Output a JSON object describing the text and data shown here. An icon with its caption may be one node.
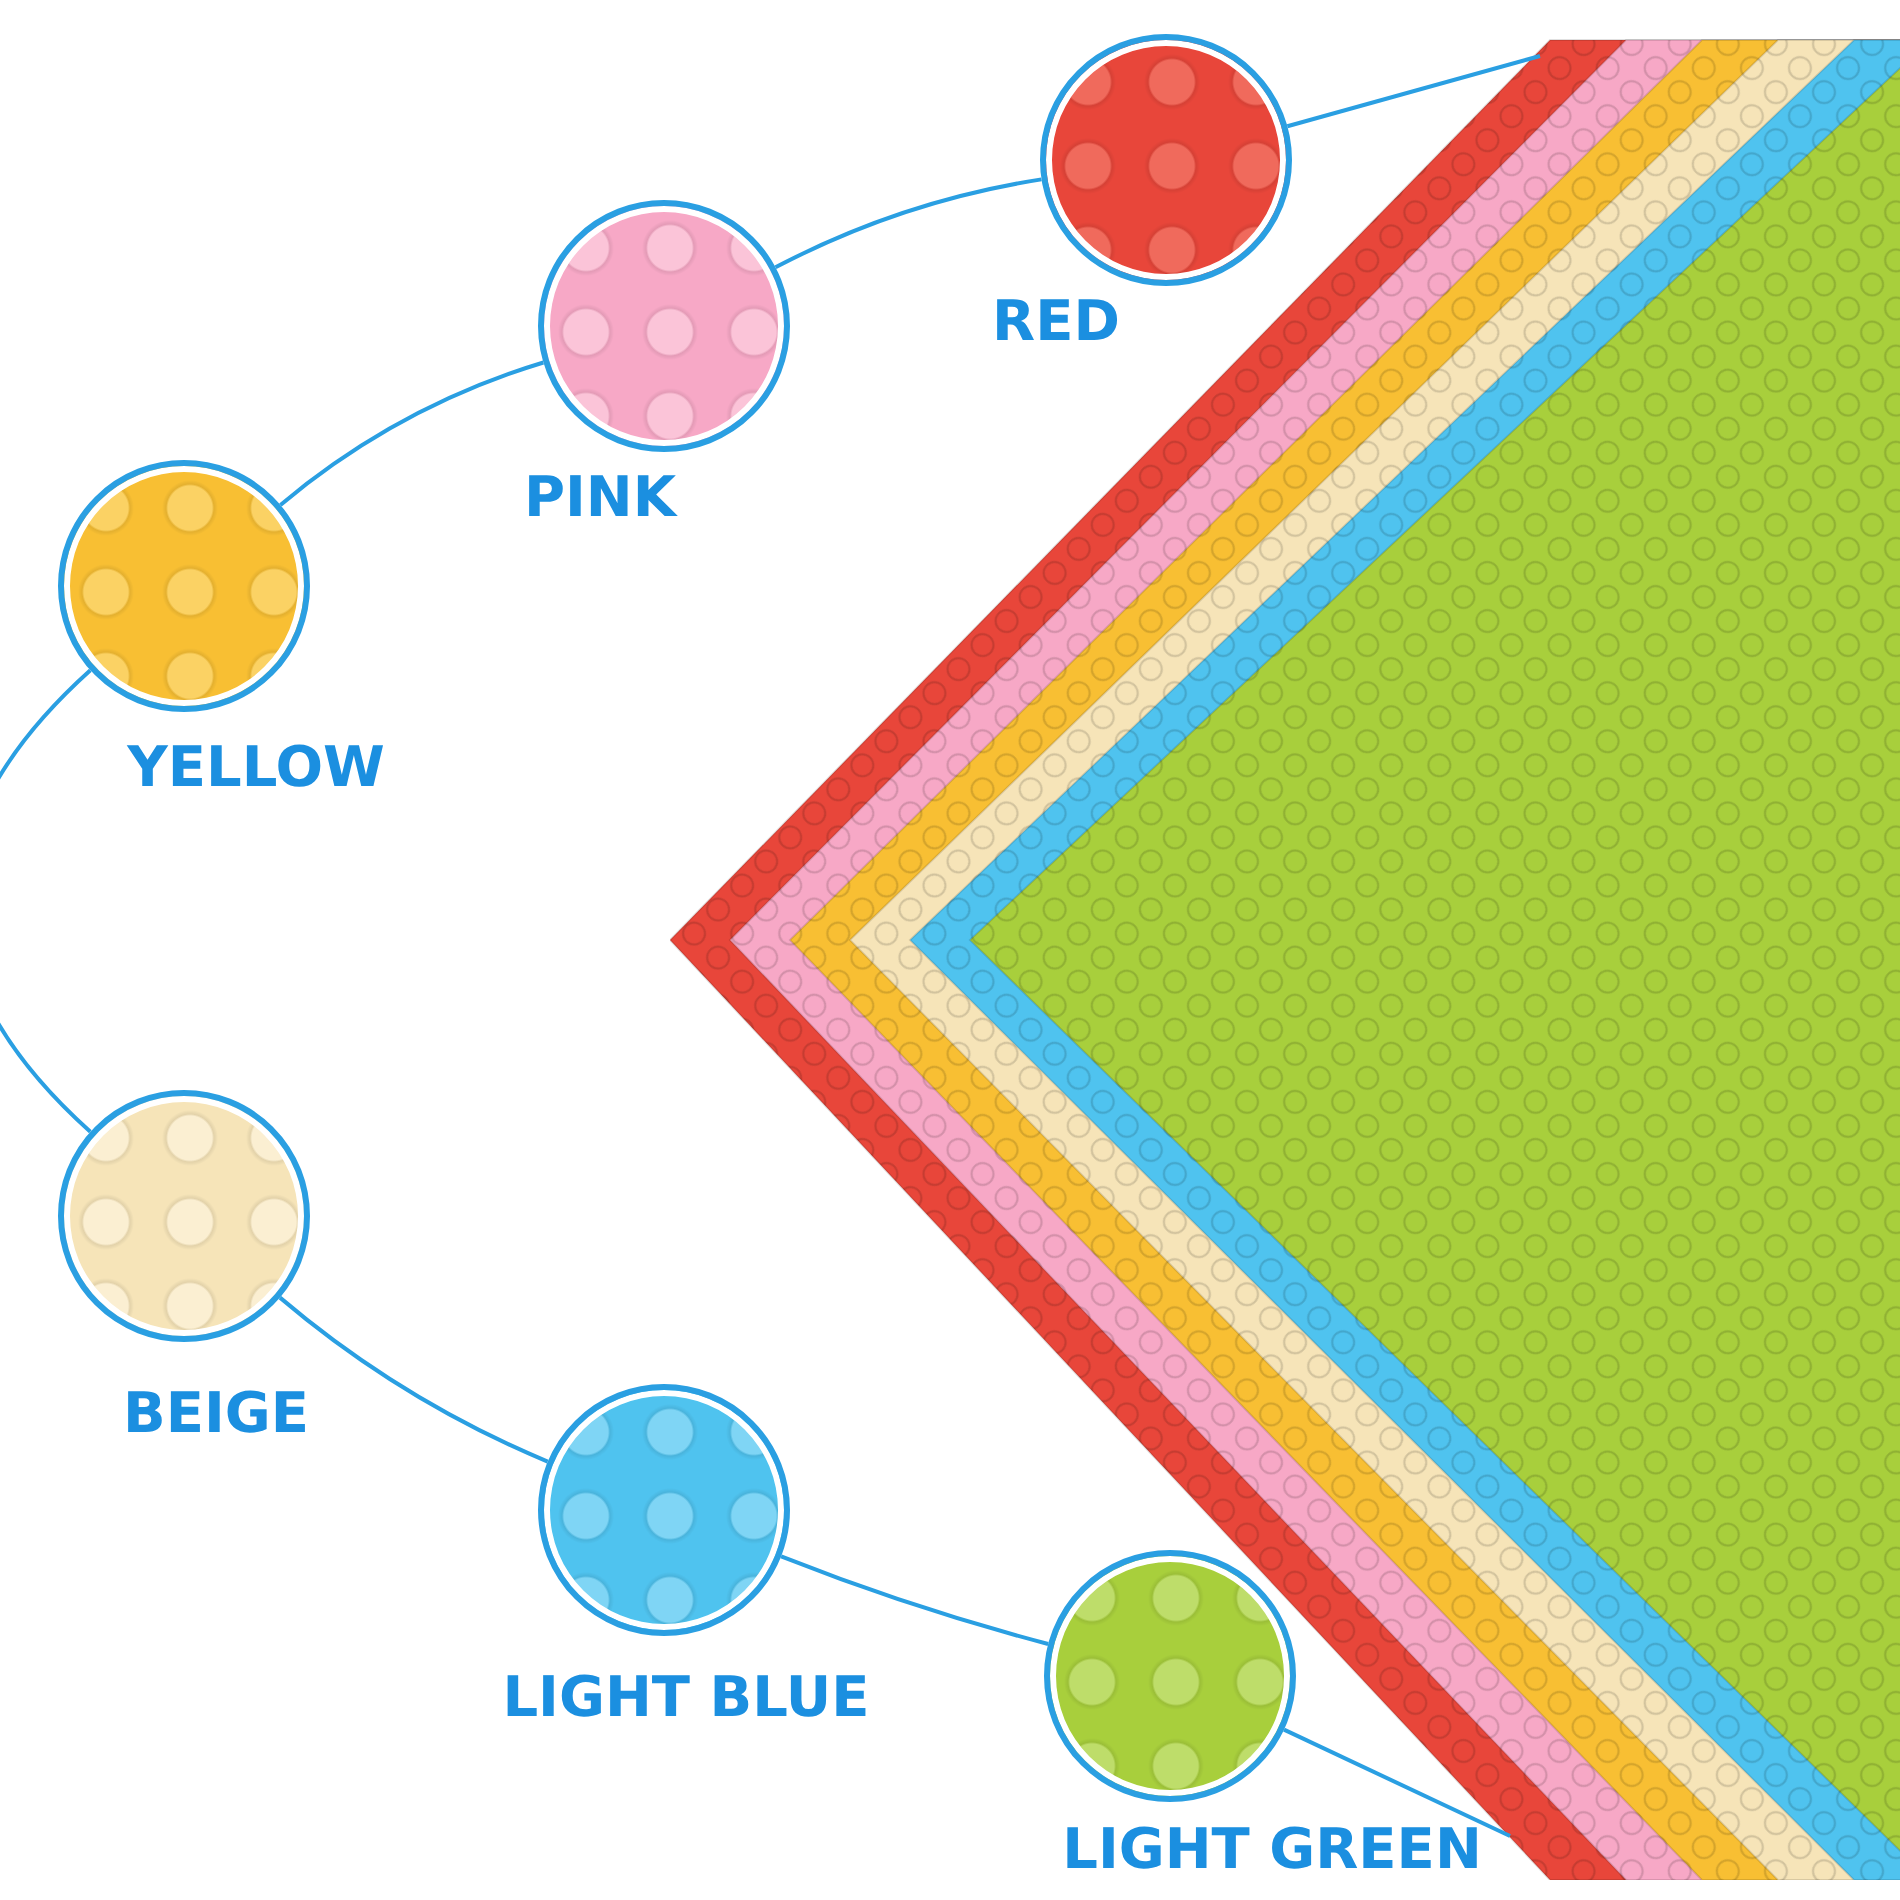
{
  "diagram": {
    "nodes": [
      {
        "text": [
          "RED"
        ]
      },
      {
        "text": [
          "PINK"
        ]
      },
      {
        "text": [
          "YELLOW"
        ]
      },
      {
        "text": [
          "BEIGE"
        ]
      },
      {
        "text": [
          "LIGHT BLUE"
        ]
      },
      {
        "text": [
          "LIGHT GREEN"
        ]
      },
      {
        "text": [],
        "shape": "picture"
      }
    ],
    "edges": [
      {
        "from": 0,
        "to": 1,
        "arrow": "none"
      },
      {
        "from": 1,
        "to": 2,
        "arrow": "none"
      },
      {
        "from": 2,
        "to": 3,
        "arrow": "none"
      },
      {
        "from": 3,
        "to": 4,
        "arrow": "none"
      },
      {
        "from": 4,
        "to": 5,
        "arrow": "none"
      },
      {
        "from": 0,
        "to": 6,
        "arrow": "none"
      },
      {
        "from": 5,
        "to": 6,
        "arrow": "none"
      }
    ]
  }
}
